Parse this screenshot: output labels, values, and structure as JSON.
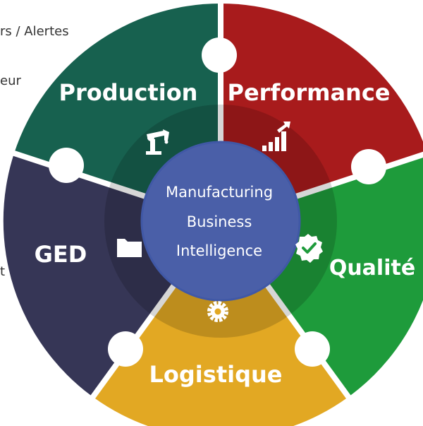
{
  "side_texts": [
    {
      "text": "rs / Alertes"
    },
    {
      "text": "eur"
    },
    {
      "text": "t"
    }
  ],
  "center": {
    "lines": [
      "Manufacturing",
      "Business",
      "Intelligence"
    ],
    "color": "#4a5fa8"
  },
  "segments": [
    {
      "label": "Production",
      "color": "#17614f",
      "icon": "robot-arm-icon"
    },
    {
      "label": "Performance",
      "color": "#a81b1c",
      "icon": "bar-chart-up-icon"
    },
    {
      "label": "Qualité",
      "color": "#1e9b3b",
      "icon": "check-badge-icon"
    },
    {
      "label": "Logistique",
      "color": "#e2a823",
      "icon": "gear-icon"
    },
    {
      "label": "GED",
      "color": "#363656",
      "icon": "folder-icon"
    }
  ]
}
